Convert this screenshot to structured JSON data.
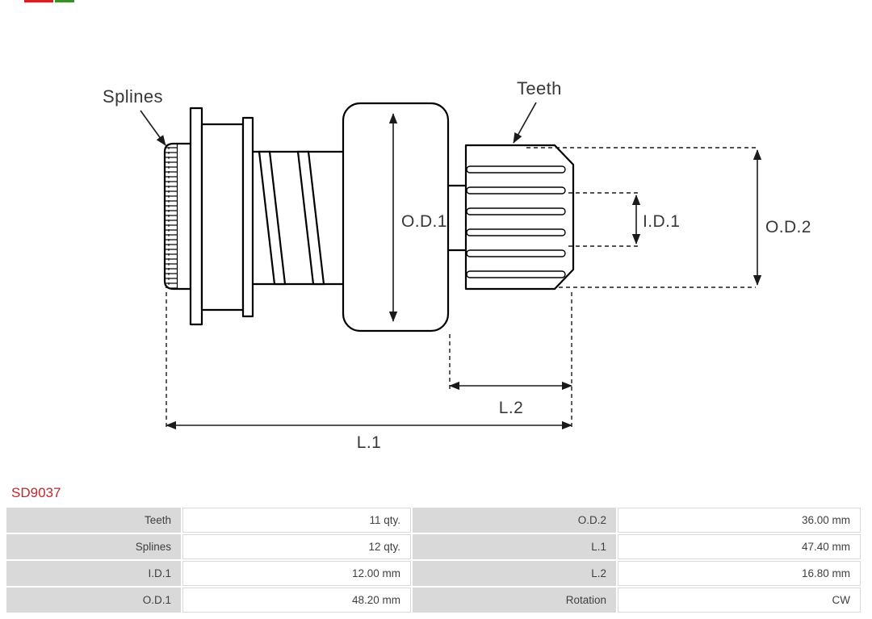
{
  "brand": {
    "red": "#d22027",
    "green": "#3c8d2f"
  },
  "part_code": "SD9037",
  "part_code_color": "#cc2229",
  "diagram": {
    "labels": {
      "splines": "Splines",
      "teeth": "Teeth",
      "od1": "O.D.1",
      "id1": "I.D.1",
      "od2": "O.D.2",
      "l1": "L.1",
      "l2": "L.2"
    }
  },
  "table": {
    "rows": [
      {
        "left_label": "Teeth",
        "left_value": "11 qty.",
        "right_label": "O.D.2",
        "right_value": "36.00 mm"
      },
      {
        "left_label": "Splines",
        "left_value": "12 qty.",
        "right_label": "L.1",
        "right_value": "47.40 mm"
      },
      {
        "left_label": "I.D.1",
        "left_value": "12.00 mm",
        "right_label": "L.2",
        "right_value": "16.80 mm"
      },
      {
        "left_label": "O.D.1",
        "left_value": "48.20 mm",
        "right_label": "Rotation",
        "right_value": "CW"
      }
    ]
  }
}
